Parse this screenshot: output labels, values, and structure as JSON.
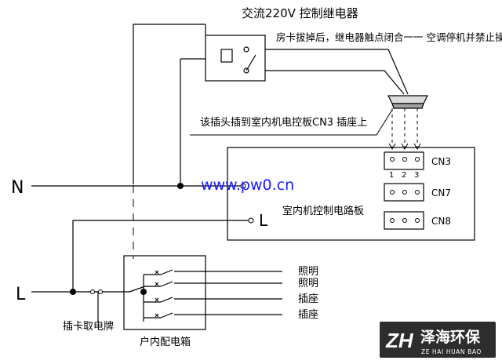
{
  "diagram": {
    "relay_title": "交流220V 控制继电器",
    "relay_note": "房卡拔掉后，继电器触点闭合一一 空调停机并禁止操作",
    "plug_note": "该插头插到室内机电控板CN3 插座上",
    "neutral_label": "N",
    "line_label": "L",
    "board_l_label": "L",
    "watermark": "www.pw0.cn",
    "board_name": "室内机控制电路板",
    "connectors": [
      "CN3",
      "CN7",
      "CN8"
    ],
    "pin_numbers": [
      "1",
      "2",
      "3"
    ],
    "circuit_labels": [
      "照明",
      "照明",
      "插座",
      "插座"
    ],
    "card_switch_label": "插卡取电牌",
    "distribution_box_label": "户内配电箱"
  },
  "logo": {
    "mark": "ZH",
    "name_cn": "泽海环保",
    "name_en": "ZE HAI HUAN BAO"
  },
  "colors": {
    "line": "#000000",
    "watermark": "#1a1aff",
    "logo_bg": "#2d2d2d",
    "logo_text": "#ffffff"
  }
}
